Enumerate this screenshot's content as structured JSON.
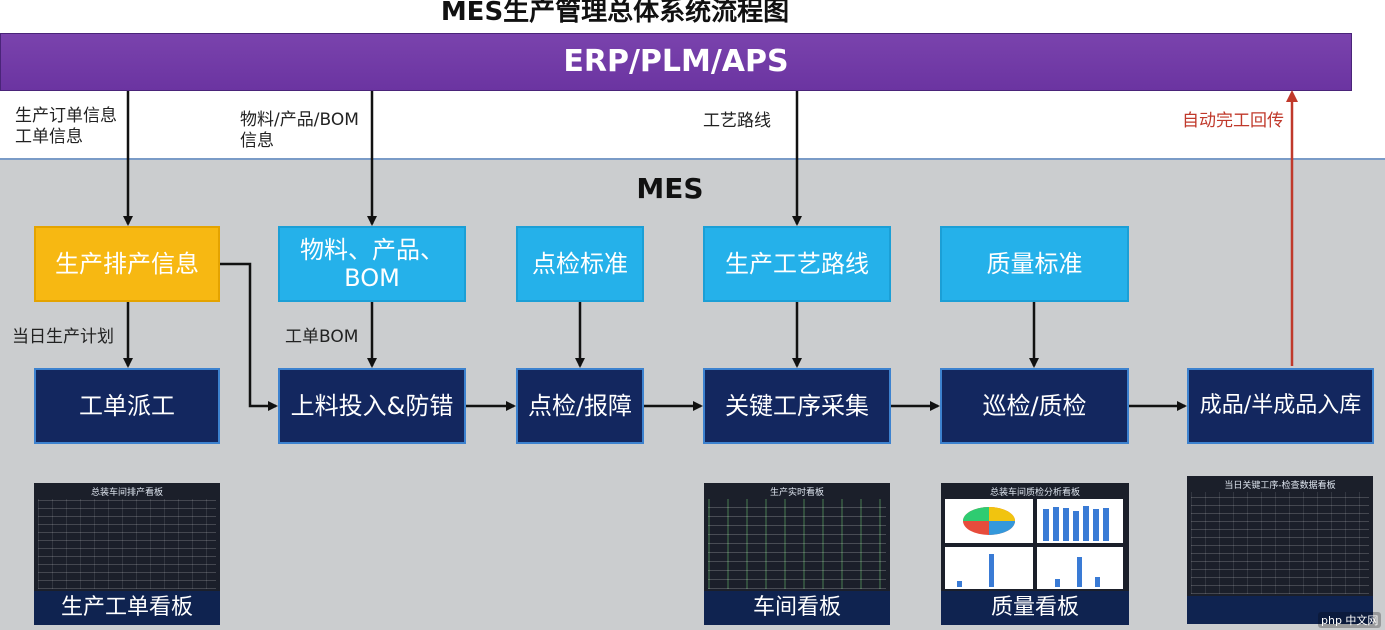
{
  "title": "MES生产管理总体系统流程图",
  "erp_bar": "ERP/PLM/APS",
  "mes_label": "MES",
  "flow_labels": {
    "order_info": "生产订单信息\n工单信息",
    "material_bom": "物料/产品/BOM\n信息",
    "process_route": "工艺路线",
    "auto_report": "自动完工回传",
    "daily_plan": "当日生产计划",
    "work_bom": "工单BOM"
  },
  "top_boxes": {
    "schedule": "生产排产信息",
    "material": "物料、产品、\nBOM",
    "inspect_std": "点检标准",
    "route": "生产工艺路线",
    "quality_std": "质量标准"
  },
  "flow_boxes": {
    "dispatch": "工单派工",
    "feeding": "上料投入&防错",
    "inspect": "点检/报障",
    "collect": "关键工序采集",
    "patrol": "巡检/质检",
    "storage": "成品/半成品入库"
  },
  "dashboards": {
    "order_board": {
      "title": "总装车间排产看板",
      "caption": "生产工单看板"
    },
    "workshop_board": {
      "title": "生产实时看板",
      "caption": "车间看板"
    },
    "quality_board": {
      "title": "总装车间质检分析看板",
      "caption": "质量看板"
    },
    "other_board": {
      "title": "当日关键工序-检查数据看板"
    }
  },
  "watermark": "php 中文网",
  "colors": {
    "erp": "#6b34a1",
    "yellow": "#f7b812",
    "cyan": "#25b1ea",
    "navy": "#13275f",
    "arrow_red": "#c0392b"
  }
}
